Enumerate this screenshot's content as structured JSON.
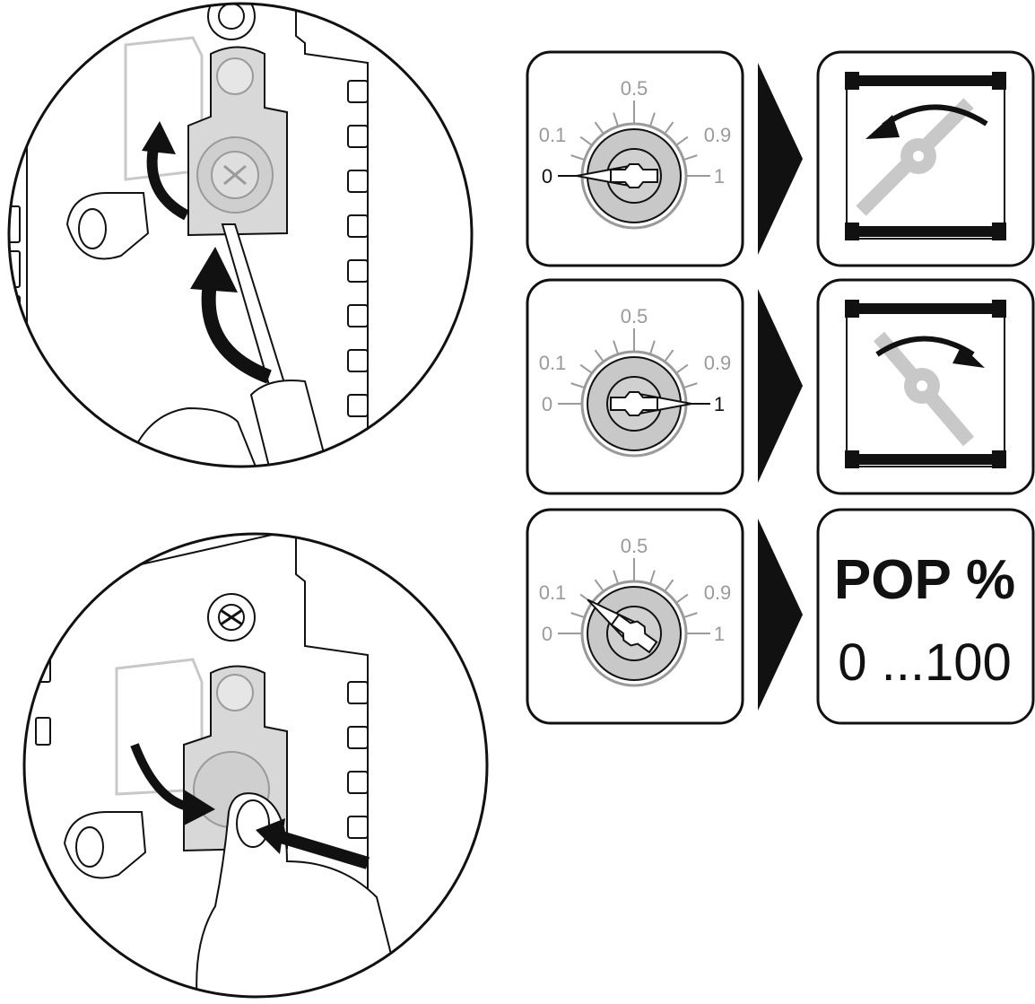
{
  "dial_scale_labels": {
    "zero": "0",
    "tenth": "0.1",
    "half": "0.5",
    "nine_tenths": "0.9",
    "one": "1"
  },
  "dial_settings": [
    {
      "value": 0
    },
    {
      "value": 1
    },
    {
      "value": 0.2
    }
  ],
  "pop_panel": {
    "title": "POP %",
    "range": "0 ...100"
  },
  "colors": {
    "ink": "#111111",
    "grey": "#c8c8c8",
    "light_grey": "#d8d8d8",
    "mid_grey": "#9a9a9a"
  }
}
